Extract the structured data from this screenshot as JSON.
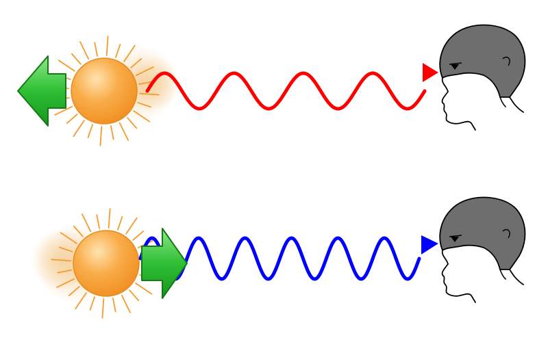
{
  "colors": {
    "background": "#ffffff",
    "sun_fill": "#f7a23c",
    "sun_highlight": "#ffd79a",
    "sun_stroke": "#e08a20",
    "ray": "#f59a2b",
    "glow": "#f6d7a8",
    "arrow_fill": "#22b32a",
    "arrow_highlight": "#7fe07a",
    "arrow_stroke": "#127a16",
    "hair": "#6f6f6f",
    "outline": "#000000",
    "redshift_wave": "#ff0000",
    "blueshift_wave": "#0000ff"
  },
  "scenes": [
    {
      "id": "receding",
      "motion": "away-from-observer",
      "arrow_direction": "left",
      "wave_color": "redshift_wave",
      "wave_cycles": 4
    },
    {
      "id": "approaching",
      "motion": "toward-observer",
      "arrow_direction": "right",
      "wave_color": "blueshift_wave",
      "wave_cycles": 6
    }
  ],
  "icons": [
    "sun-icon",
    "motion-arrow-icon",
    "observer-head-icon"
  ]
}
